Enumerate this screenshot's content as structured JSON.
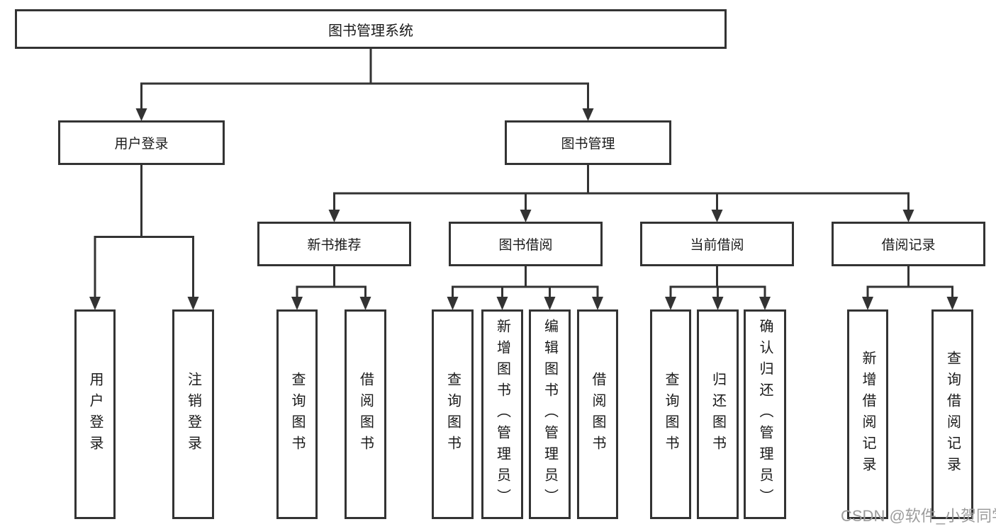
{
  "tree": {
    "root": {
      "label": "图书管理系统",
      "children": [
        {
          "label": "用户登录",
          "children": [
            {
              "label": "用户登录"
            },
            {
              "label": "注销登录"
            }
          ]
        },
        {
          "label": "图书管理",
          "children": [
            {
              "label": "新书推荐",
              "children": [
                {
                  "label": "查询图书"
                },
                {
                  "label": "借阅图书"
                }
              ]
            },
            {
              "label": "图书借阅",
              "children": [
                {
                  "label": "查询图书"
                },
                {
                  "label": "新增图书（管理员）"
                },
                {
                  "label": "编辑图书（管理员）"
                },
                {
                  "label": "借阅图书"
                }
              ]
            },
            {
              "label": "当前借阅",
              "children": [
                {
                  "label": "查询图书"
                },
                {
                  "label": "归还图书"
                },
                {
                  "label": "确认归还（管理员）"
                }
              ]
            },
            {
              "label": "借阅记录",
              "children": [
                {
                  "label": "新增借阅记录"
                },
                {
                  "label": "查询借阅记录"
                }
              ]
            }
          ]
        }
      ]
    }
  },
  "watermark": {
    "text": "CSDN @软件_小贺同学"
  },
  "colors": {
    "line": "#333333",
    "box_border": "#333333",
    "text": "#1a1a1a",
    "watermark": "#9c9c9c",
    "background": "#ffffff"
  }
}
